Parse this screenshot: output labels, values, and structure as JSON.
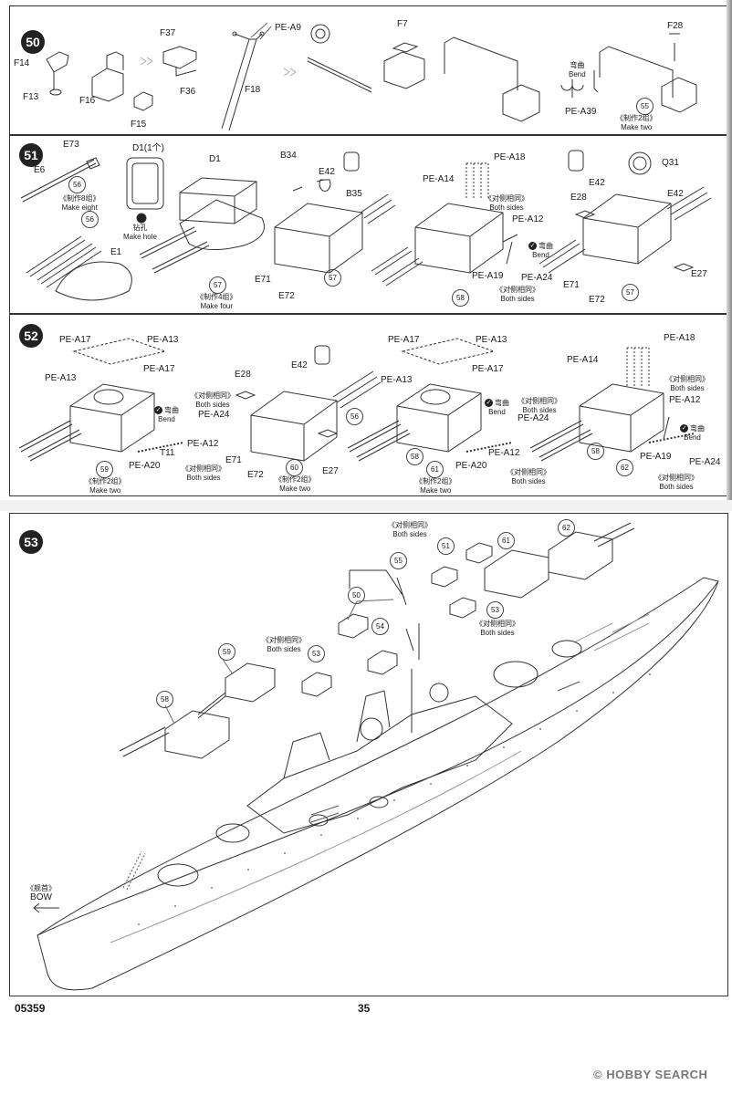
{
  "page": {
    "product_code": "05359",
    "page_number": "35",
    "watermark": "HOBBY SEARCH",
    "watermark_mark": "©"
  },
  "common": {
    "bend_cn": "弯曲",
    "bend_en": "Bend",
    "both_sides_cn": "《对侧相同》",
    "both_sides_en": "Both sides",
    "bow_cn": "《舰首》",
    "bow_en": "BOW"
  },
  "steps": [
    {
      "number": "50",
      "labels": [
        "F14",
        "F13",
        "F16",
        "F37",
        "F36",
        "F15",
        "PE-A9",
        "F18",
        "F7",
        "F28",
        "PE-A39"
      ],
      "notes": {
        "make_cn": "《制作2组》",
        "make_en": "Make two",
        "ref": "55"
      }
    },
    {
      "number": "51",
      "labels": [
        "E73",
        "E6",
        "D1(1个)",
        "D1",
        "B34",
        "E42",
        "B35",
        "E71",
        "E72",
        "PE-A14",
        "PE-A18",
        "PE-A12",
        "PE-A19",
        "PE-A24",
        "E28",
        "E42",
        "Q31",
        "E42",
        "E71",
        "E72",
        "E27"
      ],
      "make_eight_cn": "《制作8组》",
      "make_eight_en": "Make eight",
      "make_hole_cn": "钻孔",
      "make_hole_en": "Make hole",
      "make_four_cn": "《制作4组》",
      "make_four_en": "Make four",
      "refs": [
        "56",
        "56",
        "E1",
        "57",
        "57",
        "58",
        "57"
      ]
    },
    {
      "number": "52",
      "labels": [
        "PE-A17",
        "PE-A13",
        "PE-A13",
        "PE-A17",
        "PE-A24",
        "PE-A12",
        "T11",
        "PE-A20",
        "E28",
        "E42",
        "E71",
        "E72",
        "E27",
        "PE-A17",
        "PE-A13",
        "PE-A13",
        "PE-A17",
        "PE-A24",
        "PE-A12",
        "PE-A20",
        "PE-A14",
        "PE-A18",
        "PE-A12",
        "PE-A19",
        "PE-A24"
      ],
      "make_two_cn": "《制作2组》",
      "make_two_en": "Make two",
      "refs": [
        "59",
        "56",
        "60",
        "58",
        "61",
        "58",
        "62"
      ]
    },
    {
      "number": "53",
      "refs": [
        "62",
        "55",
        "51",
        "61",
        "50",
        "54",
        "53",
        "53",
        "59",
        "58"
      ]
    }
  ]
}
